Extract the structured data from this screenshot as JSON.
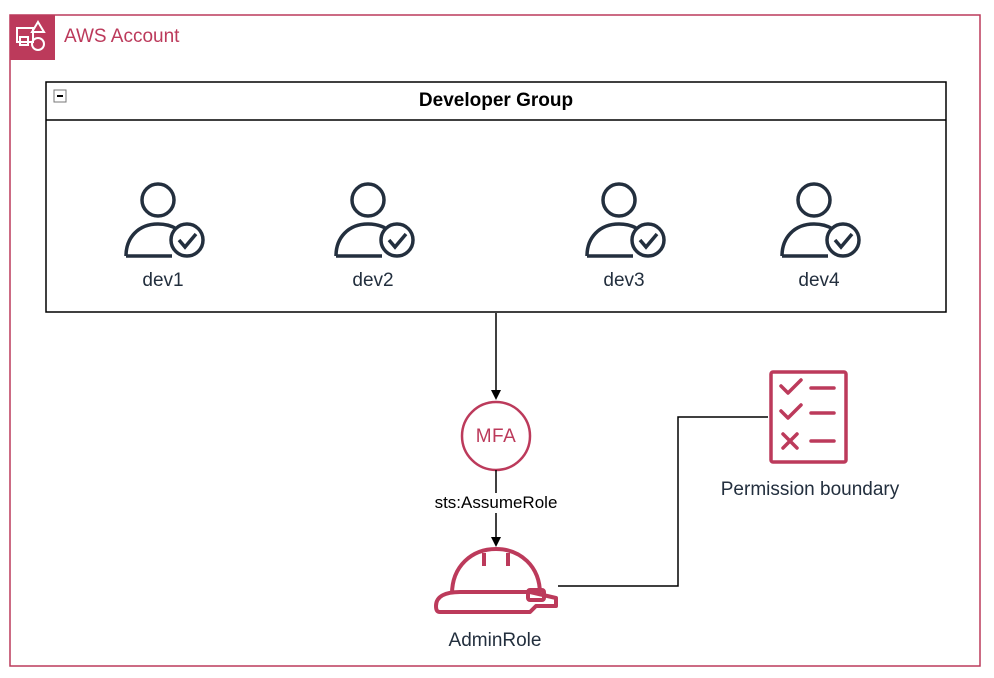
{
  "account": {
    "label": "AWS Account",
    "accent": "#bc3a5b"
  },
  "group": {
    "title": "Developer Group"
  },
  "users": [
    {
      "label": "dev1",
      "icon": "user-check-icon"
    },
    {
      "label": "dev2",
      "icon": "user-check-icon"
    },
    {
      "label": "dev3",
      "icon": "user-check-icon"
    },
    {
      "label": "dev4",
      "icon": "user-check-icon"
    }
  ],
  "mfa": {
    "text": "MFA",
    "icon": "mfa-icon"
  },
  "edge": {
    "label": "sts:AssumeRole"
  },
  "role": {
    "label": "AdminRole",
    "icon": "hard-hat-icon"
  },
  "boundary": {
    "label": "Permission boundary",
    "icon": "checklist-icon"
  },
  "colors": {
    "ink": "#232f3e",
    "accent": "#bc3a5b",
    "line": "#000000"
  }
}
